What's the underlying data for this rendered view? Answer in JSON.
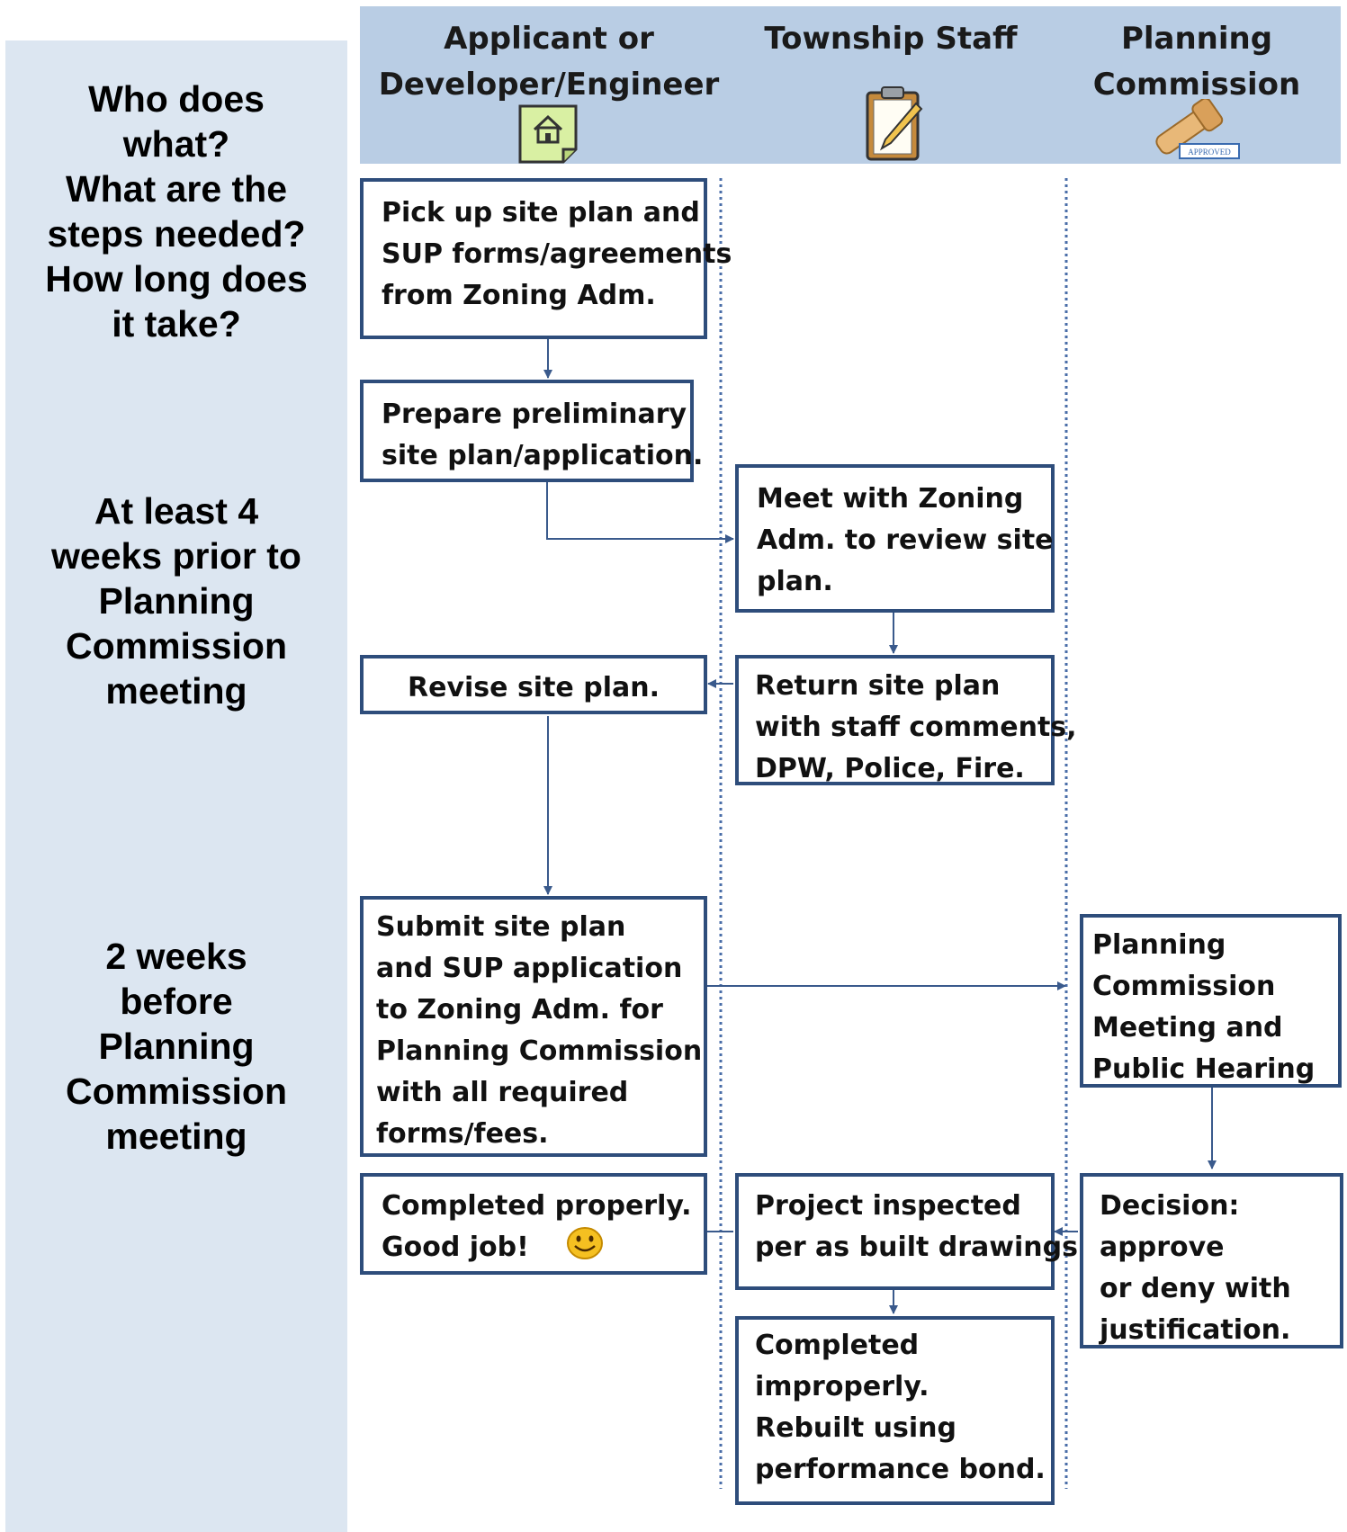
{
  "sidebar": {
    "q1": [
      "Who does",
      "what?",
      "What are the",
      "steps needed?",
      "How long does",
      "it take?"
    ],
    "q2": [
      "At least 4",
      "weeks prior to",
      "Planning",
      "Commission",
      "meeting"
    ],
    "q3": [
      "2 weeks",
      "before",
      "Planning",
      "Commission",
      "meeting"
    ]
  },
  "lanes": {
    "applicant": [
      "Applicant or",
      "Developer/Engineer"
    ],
    "staff": [
      "Township Staff"
    ],
    "commission": [
      "Planning",
      "Commission"
    ]
  },
  "icons": {
    "applicant": "house-note-icon",
    "staff": "clipboard-pencil-icon",
    "commission": "approved-stamp-icon",
    "smiley": "smiley-face-icon",
    "stamp_text": "APPROVED"
  },
  "boxes": {
    "pickup": [
      "Pick up site plan and",
      "SUP forms/agreements",
      "from Zoning Adm."
    ],
    "prepare": [
      "Prepare preliminary",
      "site plan/application."
    ],
    "meet": [
      "Meet with Zoning",
      "Adm. to review site",
      "plan."
    ],
    "revise": [
      "Revise site plan."
    ],
    "return": [
      "Return site plan",
      "with staff comments,",
      "DPW, Police, Fire."
    ],
    "submit": [
      "Submit site plan",
      "and SUP application",
      "to Zoning Adm. for",
      "Planning Commission",
      "with all required",
      "forms/fees."
    ],
    "pcmeeting": [
      "Planning",
      "Commission",
      "Meeting and",
      "Public Hearing"
    ],
    "completed_ok": [
      "Completed properly.",
      "Good job!"
    ],
    "inspected": [
      "Project inspected",
      "per as built drawings"
    ],
    "decision": [
      "Decision:",
      "approve",
      "or deny with",
      "justification."
    ],
    "completed_bad": [
      "Completed",
      "improperly.",
      "Rebuilt using",
      "performance bond."
    ]
  },
  "colors": {
    "sidebar_bg": "#dce6f1",
    "header_bg": "#b9cde4",
    "box_border": "#2e4d7b",
    "arrow": "#3a5a8c",
    "divider": "#4a6ea8"
  }
}
